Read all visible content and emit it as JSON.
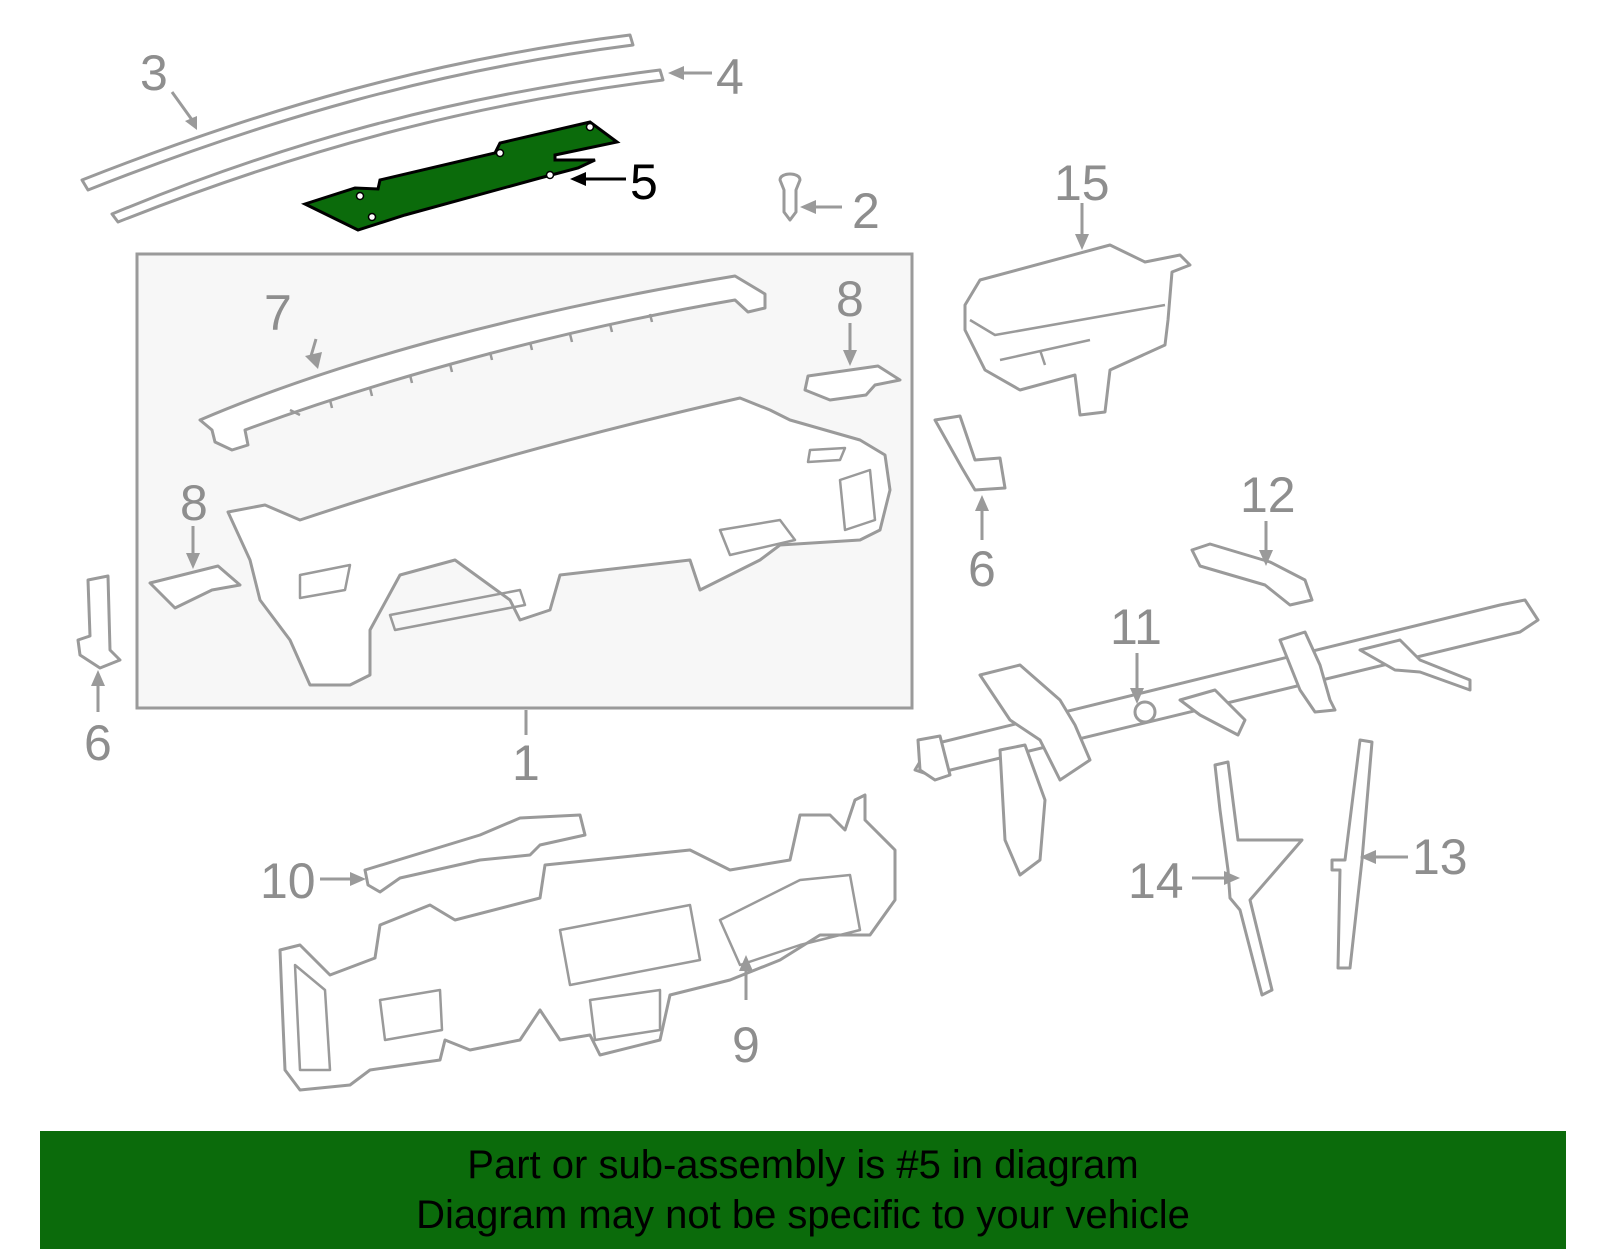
{
  "diagram": {
    "highlight_color": "#0b6b0b",
    "line_color": "#9a9a9a",
    "box_fill": "#f7f7f7",
    "callouts": {
      "c1": "1",
      "c2": "2",
      "c3": "3",
      "c4": "4",
      "c5": "5",
      "c6a": "6",
      "c6b": "6",
      "c7": "7",
      "c8a": "8",
      "c8b": "8",
      "c9": "9",
      "c10": "10",
      "c11": "11",
      "c12": "12",
      "c13": "13",
      "c14": "14",
      "c15": "15"
    }
  },
  "banner": {
    "color": "#0b6b0b",
    "line1": "Part or sub-assembly is #5 in diagram",
    "line2": "Diagram may not be specific to your vehicle"
  }
}
